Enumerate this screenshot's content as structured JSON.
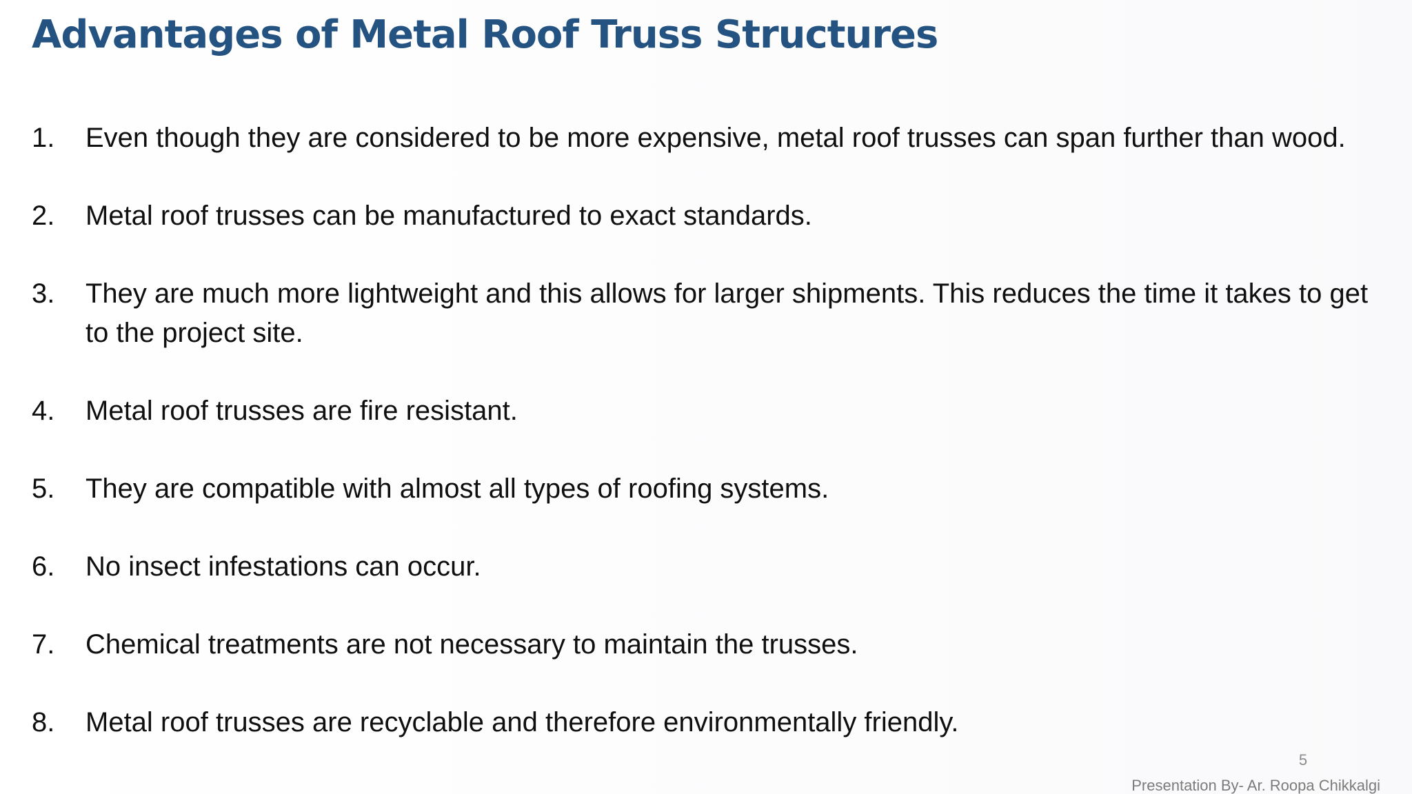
{
  "slide": {
    "title": "Advantages of Metal Roof Truss Structures",
    "items": [
      {
        "number": "1.",
        "text": "Even though they are considered to be more expensive, metal roof trusses can span further than wood."
      },
      {
        "number": "2.",
        "text": "Metal roof trusses can be manufactured to exact standards."
      },
      {
        "number": "3.",
        "text": "They are much more lightweight and this allows for larger shipments. This reduces the time it takes to get to the project site."
      },
      {
        "number": "4.",
        "text": "Metal roof trusses are fire resistant."
      },
      {
        "number": "5.",
        "text": "They are compatible with almost all types of roofing systems."
      },
      {
        "number": "6.",
        "text": "No insect infestations can occur."
      },
      {
        "number": "7.",
        "text": "Chemical treatments are not necessary to maintain the trusses."
      },
      {
        "number": "8.",
        "text": "Metal roof trusses are recyclable and therefore environmentally friendly."
      }
    ],
    "page_number": "5",
    "credit": "Presentation By- Ar. Roopa Chikkalgi"
  },
  "colors": {
    "title": "#245382",
    "body_text": "#0f0f0f",
    "footer_text": "#7b7b7b"
  }
}
